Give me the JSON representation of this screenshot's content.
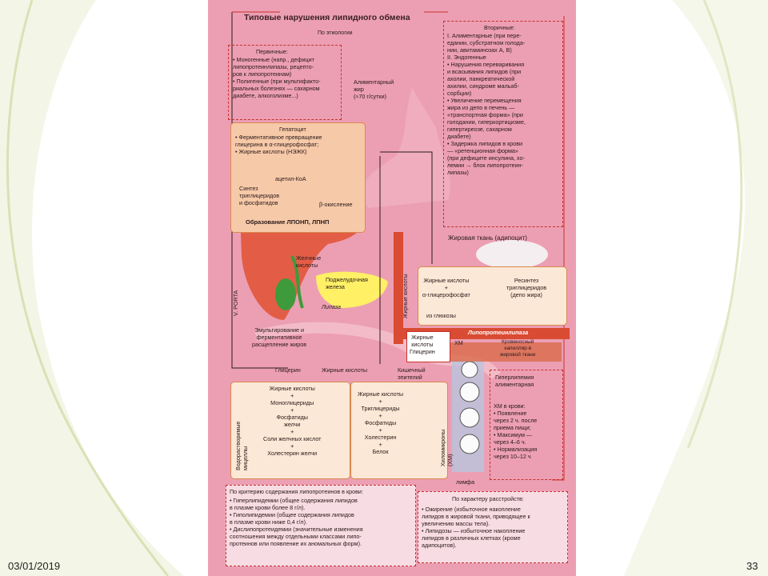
{
  "slide": {
    "date": "03/01/2019",
    "page_number": "33"
  },
  "diagram": {
    "title": "Типовые нарушения липидного обмена",
    "by_etiology": "По этиологии",
    "primary": {
      "heading": "Первичные:",
      "items": "• Моногенные (напр., дефицит\nлипопротеинлипазы, рецепто-\nров к липопротеинам)\n• Полигенные (при мультифакто-\nриальных болезнях — сахарном\nдиабете, алкоголизме...)"
    },
    "secondary": {
      "heading": "Вторичные:",
      "items": "I. Алиментарные (при пере-\nедании, субстратном голода-\nнии, авитаминозах А, В)\nII. Эндогенные\n• Нарушения переваривания\nи всасывания липидов (при\nахолии, панкреатической\nахилии, синдроме мальаб-\nсорбции)\n• Увеличение перемещения\nжира из депо в печень —\n«транспортная форма» (при\nголодании, гиперкортицизме,\nгипертиреозе, сахарном\nдиабете)\n• Задержка липидов в крови\n— «ретенционная форма»\n(при дефиците инсулина, хо-\nлемии → блок липопротеин-\nлипазы)"
    },
    "alimentary_fat": "Алиментарный\nжир\n(≈70 г/сутки)",
    "hepatocyte": {
      "heading": "Гепатоцит",
      "items": "• Ферментативное превращение\nглицерина в α-глицерофосфат;\n• Жирные кислоты (НЭЖК)",
      "acetyl": "ацетил-КоА",
      "synthesis": "Синтез\nтриглицеридов\nи фосфатидов",
      "beta": "β-окисление",
      "formation": "Образование ЛПОНП, ЛПНП"
    },
    "bile_acids": "Желчные\nкислоты",
    "pancreas": "Поджелудочная\nжелеза",
    "lipase": "Липаза",
    "v_porta": "V. PORTA",
    "emulsification": "Эмульгирование и\nферментативное\nрасщепление жиров",
    "adipose": {
      "heading": "Жировая ткань (адипоцит)",
      "fatty_acids": "Жирные кислоты\n+\nα-глицерофосфат",
      "resynthesis": "Ресинтез\nтриглицеридов\n(депо жира)",
      "from_glucose": "из глюкозы",
      "side_label": "Жирные кислоты"
    },
    "lpl": {
      "name": "Липопротеинлипаза",
      "fa_glycerol": "Жирные\nкислоты\nГлицерин",
      "hm": "ХМ",
      "capillary": "Кровеносный\nкапилляр в\nжировой ткани"
    },
    "intestine": {
      "glycerol": "Глицерин",
      "fatty_acids": "Жирные кислоты",
      "epithelium": "Кишечный\nэпителий",
      "micelles": "Водорастворимые\nмицеллы",
      "micelle_items": "Жирные кислоты\n+\nМоноглицериды\n+\nФосфатиды\nжелчи\n+\nСоли желчных кислот\n+\nХолестерин желчи",
      "epith_items": "Жирные кислоты\n+\nТриглицериды\n+\nФосфатиды\n+\nХолестерин\n+\nБелок",
      "chylomicrons": "Хиломикроны (ХМ)",
      "lymph": "лимфа"
    },
    "hyperlipemia": {
      "heading": "Гиперлипемия\nалиментарная",
      "items": "ХМ в крови:\n• Появление\nчерез 2 ч. после\nприема пищи;\n• Максимум —\nчерез 4–6 ч.\n• Нормализация\nчерез 10–12 ч"
    },
    "blood_criteria": {
      "heading": "По критерию содержания липопротеинов в крови:",
      "items": "• Гиперлипидемии (общее содержания липидов\nв плазме крови более 8 г/л).\n• Гиполипидемии (общее содержания липидов\nв плазме крови ниже 0,4 г/л).\n• Дислипопротеидемии (значительные изменения\nсоотношения между отдельными классами липо-\nпротеинов или появление их аномальных форм)."
    },
    "disorder_character": {
      "heading": "По характеру расстройств:",
      "items": "• Ожирение (избыточное накопление\nлипидов в жировой ткани, приводящее к\nувеличению массы тела).\n• Липидозы — избыточное накопление\nлипидов в различных клетках (кроме\nадипоцитов)."
    }
  }
}
